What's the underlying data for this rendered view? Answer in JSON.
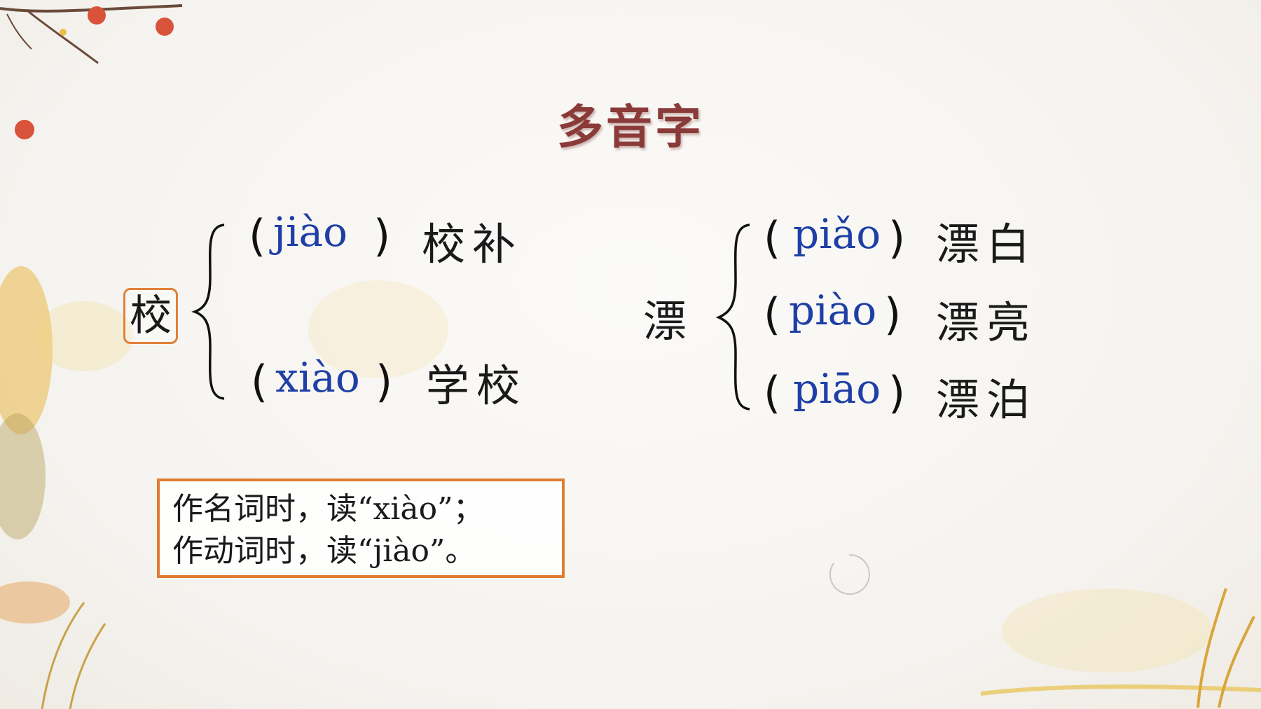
{
  "title": "多音字",
  "group_jiao": {
    "character": "校",
    "readings": [
      {
        "pinyin": "jiào",
        "word": "校补"
      },
      {
        "pinyin": "xiào",
        "word": "学校"
      }
    ]
  },
  "group_piao": {
    "character": "漂",
    "readings": [
      {
        "pinyin": "piǎo",
        "word": "漂白"
      },
      {
        "pinyin": "piào",
        "word": "漂亮"
      },
      {
        "pinyin": "piāo",
        "word": "漂泊"
      }
    ]
  },
  "paren_open": "(",
  "paren_close": ")",
  "note": {
    "line1": "作名词时，读“xiào”；",
    "line2": "作动词时，读“jiào”。"
  },
  "colors": {
    "title": "#8a3a38",
    "pinyin": "#1f3fa6",
    "highlight_border": "#e0823a",
    "note_border": "#e07c30"
  }
}
